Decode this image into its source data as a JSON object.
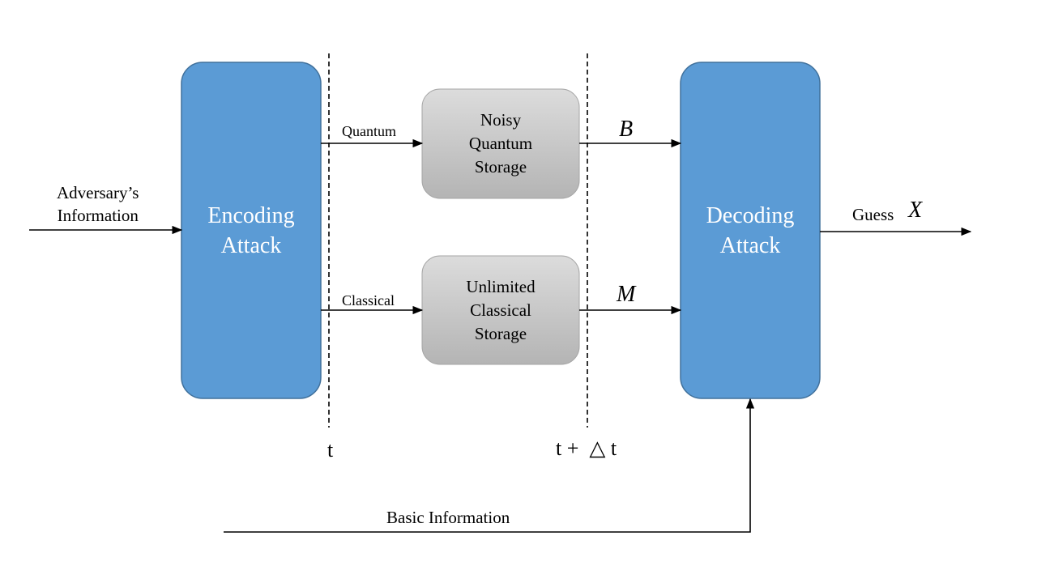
{
  "colors": {
    "attack_box_fill": "#5b9bd5",
    "attack_box_stroke": "#41719c",
    "storage_box_fill_top": "#dcdcdc",
    "storage_box_fill_bottom": "#b4b4b4",
    "storage_box_stroke": "#a6a6a6",
    "line": "#000000"
  },
  "blocks": {
    "encoding": [
      "Encoding",
      "Attack"
    ],
    "decoding": [
      "Decoding",
      "Attack"
    ],
    "noisy": [
      "Noisy",
      "Quantum",
      "Storage"
    ],
    "classical_storage": [
      "Unlimited",
      "Classical",
      "Storage"
    ]
  },
  "labels": {
    "input": [
      "Adversary’s",
      "Information"
    ],
    "quantum_channel": "Quantum",
    "classical_channel": "Classical",
    "quantum_output": "B",
    "classical_output": "M",
    "guess_word": "Guess",
    "guess_var": "X",
    "time_start": "t",
    "time_end": "t +  △ t",
    "basic_info": "Basic Information"
  }
}
